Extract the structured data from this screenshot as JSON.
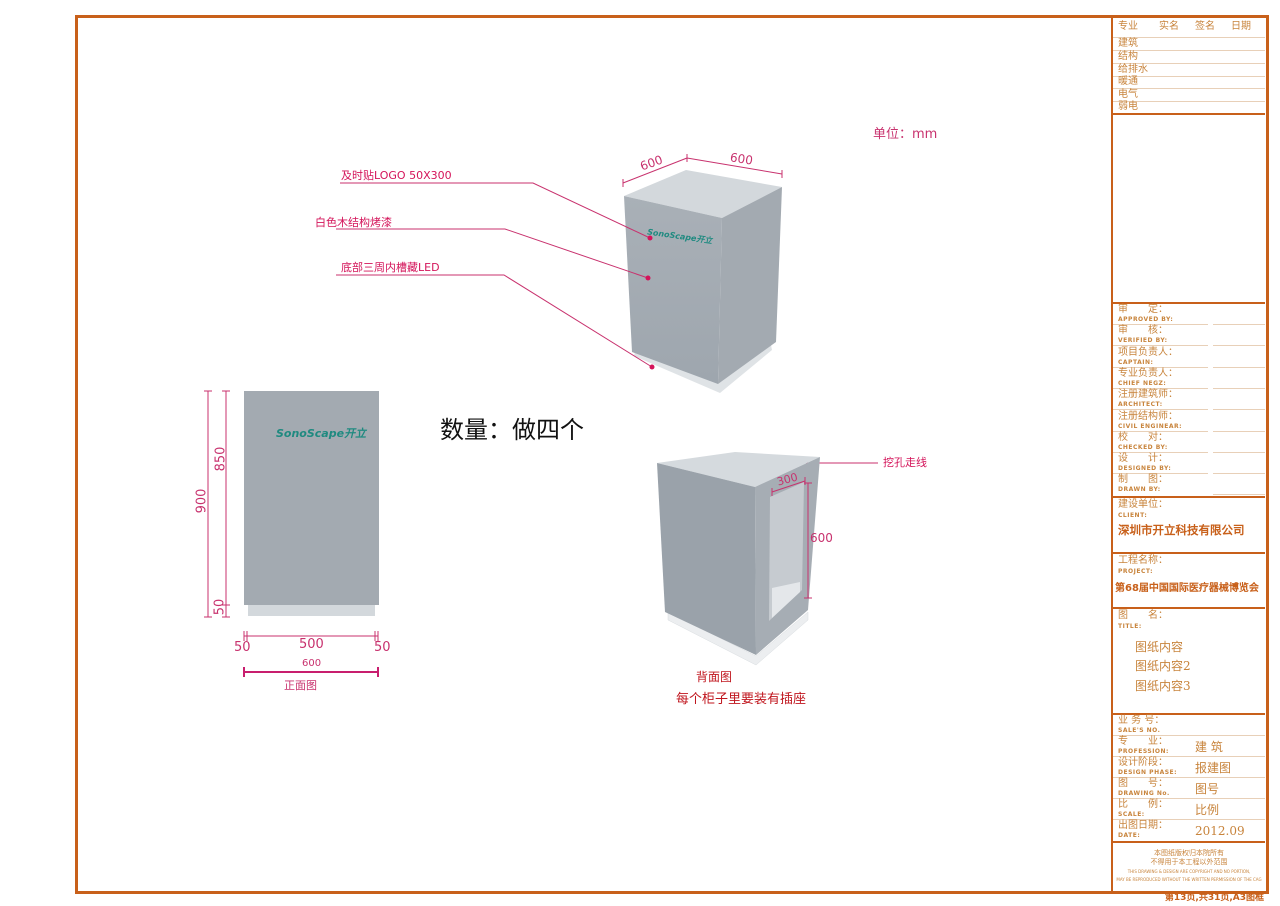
{
  "drawing": {
    "unit_label": "单位：mm",
    "quantity_label": "数量：做四个",
    "callouts": {
      "logo": "及时贴LOGO  50X300",
      "material": "白色木结构烤漆",
      "led": "底部三周内槽藏LED",
      "cable_hole": "挖孔走线"
    },
    "iso_dims": {
      "width": "600",
      "depth": "600"
    },
    "logo_text": "SonoScape开立",
    "front_view": {
      "caption": "正面图",
      "height_total": "900",
      "height_body": "850",
      "height_base": "50",
      "width_left": "50",
      "width_mid": "500",
      "width_right": "50",
      "width_total": "600"
    },
    "back_view": {
      "caption": "背面图",
      "note": "每个柜子里要装有插座",
      "opening_width": "300",
      "opening_height": "600"
    },
    "colors": {
      "frame": "#c8601a",
      "annotation": "#d4145a",
      "cabinet": "#a4abb2",
      "logo": "#1f8a80"
    }
  },
  "title_block": {
    "sign_header": [
      "专业",
      "实名",
      "签名",
      "日期"
    ],
    "disciplines": [
      "建筑",
      "结构",
      "给排水",
      "暖通",
      "电气",
      "弱电"
    ],
    "approvals": [
      {
        "cn": "审　　定：",
        "en": "APPROVED BY:"
      },
      {
        "cn": "审　　核：",
        "en": "VERIFIED BY:"
      },
      {
        "cn": "项目负责人：",
        "en": "CAPTAIN:"
      },
      {
        "cn": "专业负责人：",
        "en": "CHIEF NEGZ:"
      },
      {
        "cn": "注册建筑师：",
        "en": "ARCHITECT:"
      },
      {
        "cn": "注册结构师：",
        "en": "CIVIL ENGINEAR:"
      },
      {
        "cn": "校　　对：",
        "en": "CHECKED BY:"
      },
      {
        "cn": "设　　计：",
        "en": "DESIGNED BY:"
      },
      {
        "cn": "制　　图：",
        "en": "DRAWN BY:"
      }
    ],
    "client": {
      "cn": "建设单位：",
      "en": "CLIENT:",
      "value": "深圳市开立科技有限公司"
    },
    "project": {
      "cn": "工程名称：",
      "en": "PROJECT:",
      "value": "第68届中国国际医疗器械博览会"
    },
    "title": {
      "cn": "图　　名：",
      "en": "TITLE:",
      "values": [
        "图纸内容",
        "图纸内容2",
        "图纸内容3"
      ]
    },
    "info": [
      {
        "cn": "业 务 号：",
        "en": "SALE'S NO.",
        "value": ""
      },
      {
        "cn": "专　　业：",
        "en": "PROFESSION:",
        "value": "建 筑"
      },
      {
        "cn": "设计阶段：",
        "en": "DESIGN PHASE:",
        "value": "报建图"
      },
      {
        "cn": "图　　号：",
        "en": "DRAWING No.",
        "value": "图号"
      },
      {
        "cn": "比　　例：",
        "en": "SCALE:",
        "value": "比例"
      },
      {
        "cn": "出图日期：",
        "en": "DATE:",
        "value": "2012.09"
      }
    ],
    "copyright": {
      "cn1": "本图纸版权归本院所有",
      "cn2": "不得用于本工程以外范围",
      "en1": "THIS DRAWING & DESIGN ARE COPYRIGHT AND NO PORTION,",
      "en2": "MAY BE REPRODUCED WITHOUT THE WRITTEN PERMISSION OF THE CAG"
    },
    "page_footer": "第13页,共31页,A3图框"
  }
}
